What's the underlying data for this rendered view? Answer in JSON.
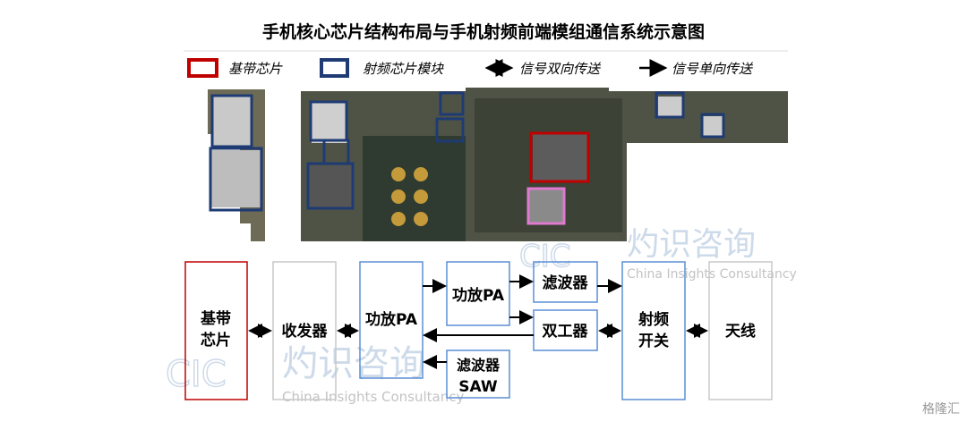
{
  "title": "手机核心芯片结构布局与手机射频前端模组通信系统示意图",
  "legend": {
    "baseband": "基带芯片",
    "rf_module": "射频芯片模块",
    "bidirectional": "信号双向传送",
    "unidirectional": "信号单向传送"
  },
  "blocks": {
    "baseband_1": "基带",
    "baseband_2": "芯片",
    "transceiver": "收发器",
    "pa_main": "功放PA",
    "pa_small": "功放PA",
    "filter": "滤波器",
    "duplexer": "双工器",
    "saw_1": "滤波器",
    "saw_2": "SAW",
    "switch_1": "射频",
    "switch_2": "开关",
    "antenna": "天线"
  },
  "watermark": {
    "logo": "CIC",
    "cn": "灼识咨询",
    "en": "China Insights Consultancy",
    "corner": "格隆汇"
  },
  "colors": {
    "baseband": "#c00000",
    "rf": "#1f3b73",
    "block_blue": "#5b8fd6",
    "block_gray": "#c8c8c8",
    "pink": "#e07ad0"
  }
}
